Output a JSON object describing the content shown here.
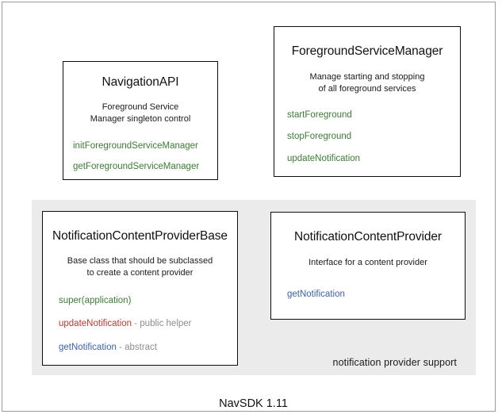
{
  "diagram": {
    "title_caption": "NavSDK 1.11",
    "group": {
      "label": "notification provider support",
      "background_color": "#ebebeb"
    },
    "colors": {
      "method_green": "#3a7d32",
      "method_blue": "#3c61b0",
      "method_red": "#c0392b",
      "note_gray": "#8c8c8c",
      "box_border": "#0d0d0d",
      "frame_border": "#9a9a9a"
    },
    "boxes": [
      {
        "name": "NavigationAPI",
        "description_lines": [
          "Foreground Service",
          "Manager singleton control"
        ],
        "members": [
          {
            "label": "initForegroundServiceManager",
            "color": "green",
            "note": ""
          },
          {
            "label": "getForegroundServiceManager",
            "color": "green",
            "note": ""
          }
        ]
      },
      {
        "name": "ForegroundServiceManager",
        "description_lines": [
          "Manage starting and stopping",
          "of all foreground services"
        ],
        "members": [
          {
            "label": "startForeground",
            "color": "green",
            "note": ""
          },
          {
            "label": "stopForeground",
            "color": "green",
            "note": ""
          },
          {
            "label": "updateNotification",
            "color": "green",
            "note": ""
          }
        ]
      },
      {
        "name": "NotificationContentProviderBase",
        "description_lines": [
          "Base class that should be subclassed",
          "to create a content provider"
        ],
        "members": [
          {
            "label": "super(application)",
            "color": "green",
            "note": ""
          },
          {
            "label": "updateNotification",
            "color": "red",
            "note": " - public helper"
          },
          {
            "label": "getNotification",
            "color": "blue",
            "note": " - abstract"
          }
        ]
      },
      {
        "name": "NotificationContentProvider",
        "description_lines": [
          "Interface for a content provider"
        ],
        "members": [
          {
            "label": "getNotification",
            "color": "blue",
            "note": ""
          }
        ]
      }
    ]
  }
}
